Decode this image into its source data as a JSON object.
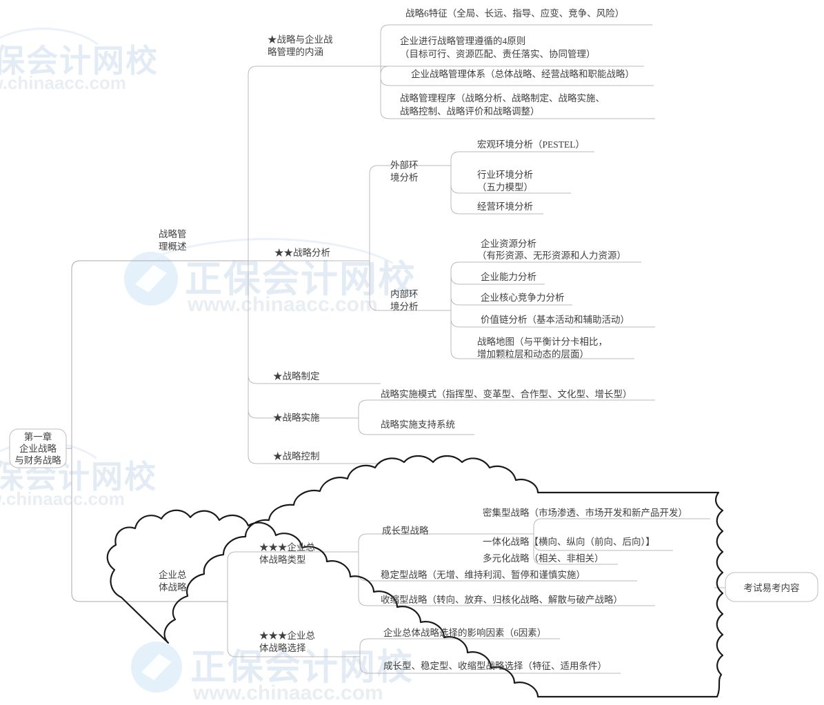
{
  "diagram": {
    "title": "企业战略与财务战略 思维导图",
    "root": {
      "lines": [
        "第一章",
        "企业战略",
        "与财务战略"
      ]
    },
    "branch_overview": {
      "lines": [
        "战略管",
        "理概述"
      ]
    },
    "branch_corporate": {
      "lines": [
        "企业总",
        "体战略"
      ]
    },
    "annotation": {
      "label": "考试易考内容"
    },
    "nodes": {
      "n1": {
        "lines": [
          "★战略与企业战",
          "略管理的内涵"
        ]
      },
      "n1a": {
        "text": "战略6特征（全局、长远、指导、应变、竞争、风险）"
      },
      "n1b": {
        "lines": [
          "企业进行战略管理遵循的4原则",
          "（目标可行、资源匹配、责任落实、协同管理）"
        ]
      },
      "n1c": {
        "text": "企业战略管理体系（总体战略、经营战略和职能战略）"
      },
      "n1d": {
        "lines": [
          "战略管理程序（战略分析、战略制定、战略实施、",
          "战略控制、战略评价和战略调整）"
        ]
      },
      "n2": {
        "text": "★★战略分析"
      },
      "n2ext": {
        "lines": [
          "外部环",
          "境分析"
        ]
      },
      "n2e1": {
        "text": "宏观环境分析（PESTEL）"
      },
      "n2e2": {
        "lines": [
          "行业环境分析",
          "（五力模型）"
        ]
      },
      "n2e3": {
        "text": "经营环境分析"
      },
      "n2int": {
        "lines": [
          "内部环",
          "境分析"
        ]
      },
      "n2i1": {
        "lines": [
          "企业资源分析",
          "（有形资源、无形资源和人力资源）"
        ]
      },
      "n2i2": {
        "text": "企业能力分析"
      },
      "n2i3": {
        "text": "企业核心竞争力分析"
      },
      "n2i4": {
        "text": "价值链分析（基本活动和辅助活动）"
      },
      "n2i5": {
        "lines": [
          "战略地图（与平衡计分卡相比，",
          "增加颗粒层和动态的层面）"
        ]
      },
      "n3": {
        "text": "★战略制定"
      },
      "n4": {
        "text": "★战略实施"
      },
      "n4a": {
        "text": "战略实施模式（指挥型、变革型、合作型、文化型、增长型）"
      },
      "n4b": {
        "text": "战略实施支持系统"
      },
      "n5": {
        "text": "★战略控制"
      },
      "n6": {
        "lines": [
          "★★★企业总",
          "体战略类型"
        ]
      },
      "n6g": {
        "text": "成长型战略"
      },
      "n6g1": {
        "text": "密集型战略（市场渗透、市场开发和新产品开发）"
      },
      "n6g2": {
        "text": "一体化战略【横向、纵向（前向、后向）】"
      },
      "n6g3": {
        "text": "多元化战略（相关、非相关）"
      },
      "n6s": {
        "text": "稳定型战略（无增、维持利润、暂停和谨慎实施）"
      },
      "n6c": {
        "text": "收缩型战略（转向、放弃、归核化战略、解散与破产战略）"
      },
      "n7": {
        "lines": [
          "★★★企业总",
          "体战略选择"
        ]
      },
      "n7a": {
        "text": "企业总体战略选择的影响因素（6因素）"
      },
      "n7b": {
        "text": "成长型、稳定型、收缩型战略选择（特征、适用条件）"
      }
    },
    "watermark": {
      "brand": "正保会计网校",
      "url": "www.chinaacc.com"
    },
    "colors": {
      "line": "#b9b9bd",
      "cloud": "#1a1a1a",
      "text": "#3f3f3f",
      "watermark": "#e3ecf5"
    }
  }
}
